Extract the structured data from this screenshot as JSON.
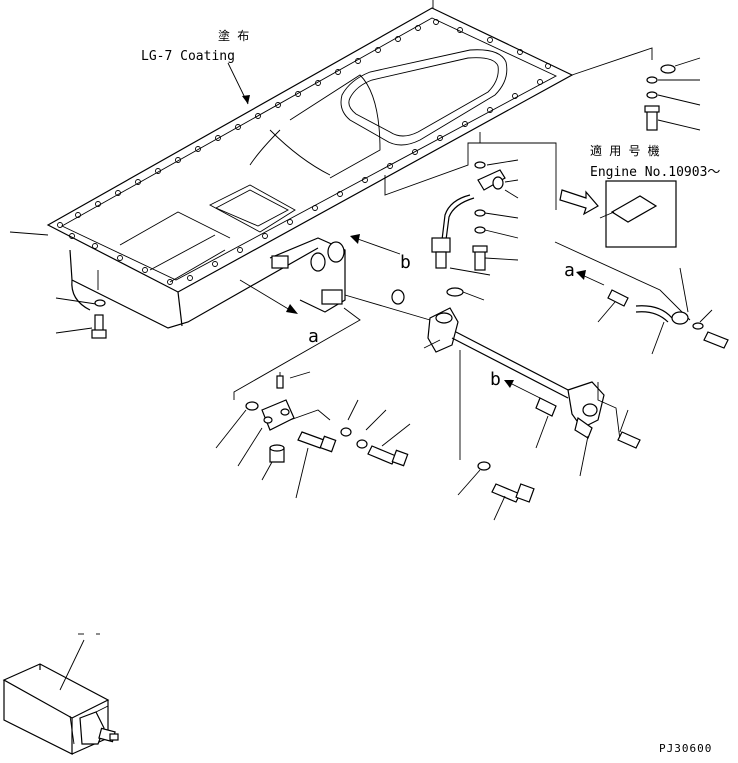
{
  "annotations": {
    "coating_jp": "塗 布",
    "coating_en": "LG-7 Coating",
    "applicable_jp": "適 用 号 機",
    "engine_no": "Engine No.10903～"
  },
  "view_labels": {
    "a_upper": "a",
    "b_upper": "b",
    "a_lower": "a",
    "b_lower": "b"
  },
  "drawing_code": "PJ30600"
}
